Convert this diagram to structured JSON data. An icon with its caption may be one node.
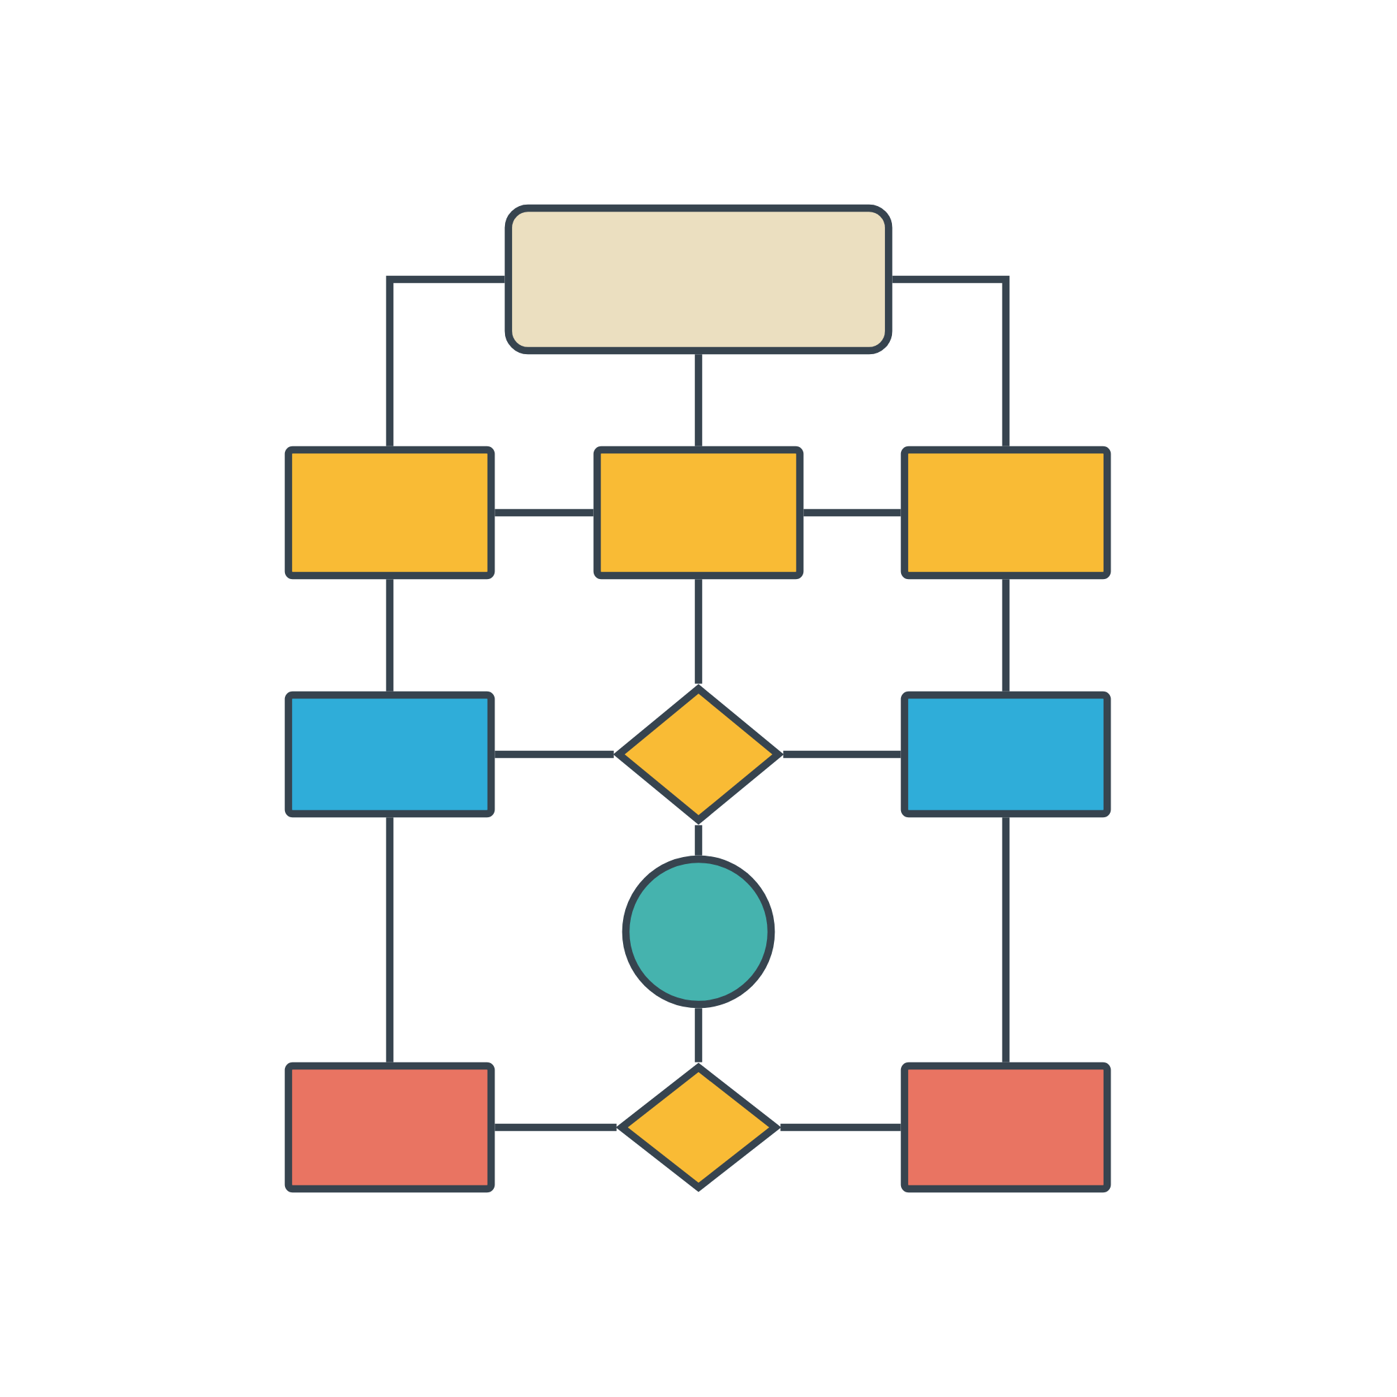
{
  "diagram": {
    "nodes": [
      {
        "text": [],
        "shape": "box"
      },
      {
        "text": [],
        "shape": "box"
      },
      {
        "text": [],
        "shape": "box"
      },
      {
        "text": [],
        "shape": "box"
      },
      {
        "text": [],
        "shape": "box"
      },
      {
        "text": [],
        "shape": "diamond"
      },
      {
        "text": [],
        "shape": "box"
      },
      {
        "text": [],
        "shape": "circle"
      },
      {
        "text": [],
        "shape": "box"
      },
      {
        "text": [],
        "shape": "diamond"
      },
      {
        "text": [],
        "shape": "box"
      }
    ],
    "edges": [
      {
        "from": 0,
        "to": 1,
        "arrow": "none"
      },
      {
        "from": 0,
        "to": 2,
        "arrow": "none"
      },
      {
        "from": 0,
        "to": 3,
        "arrow": "none"
      },
      {
        "from": 1,
        "to": 2,
        "arrow": "none"
      },
      {
        "from": 2,
        "to": 3,
        "arrow": "none"
      },
      {
        "from": 1,
        "to": 4,
        "arrow": "none"
      },
      {
        "from": 2,
        "to": 5,
        "arrow": "none"
      },
      {
        "from": 3,
        "to": 6,
        "arrow": "none"
      },
      {
        "from": 4,
        "to": 5,
        "arrow": "none"
      },
      {
        "from": 5,
        "to": 6,
        "arrow": "none"
      },
      {
        "from": 5,
        "to": 7,
        "arrow": "none"
      },
      {
        "from": 7,
        "to": 9,
        "arrow": "none"
      },
      {
        "from": 4,
        "to": 8,
        "arrow": "none"
      },
      {
        "from": 6,
        "to": 10,
        "arrow": "none"
      },
      {
        "from": 8,
        "to": 9,
        "arrow": "none"
      },
      {
        "from": 9,
        "to": 10,
        "arrow": "none"
      }
    ]
  }
}
